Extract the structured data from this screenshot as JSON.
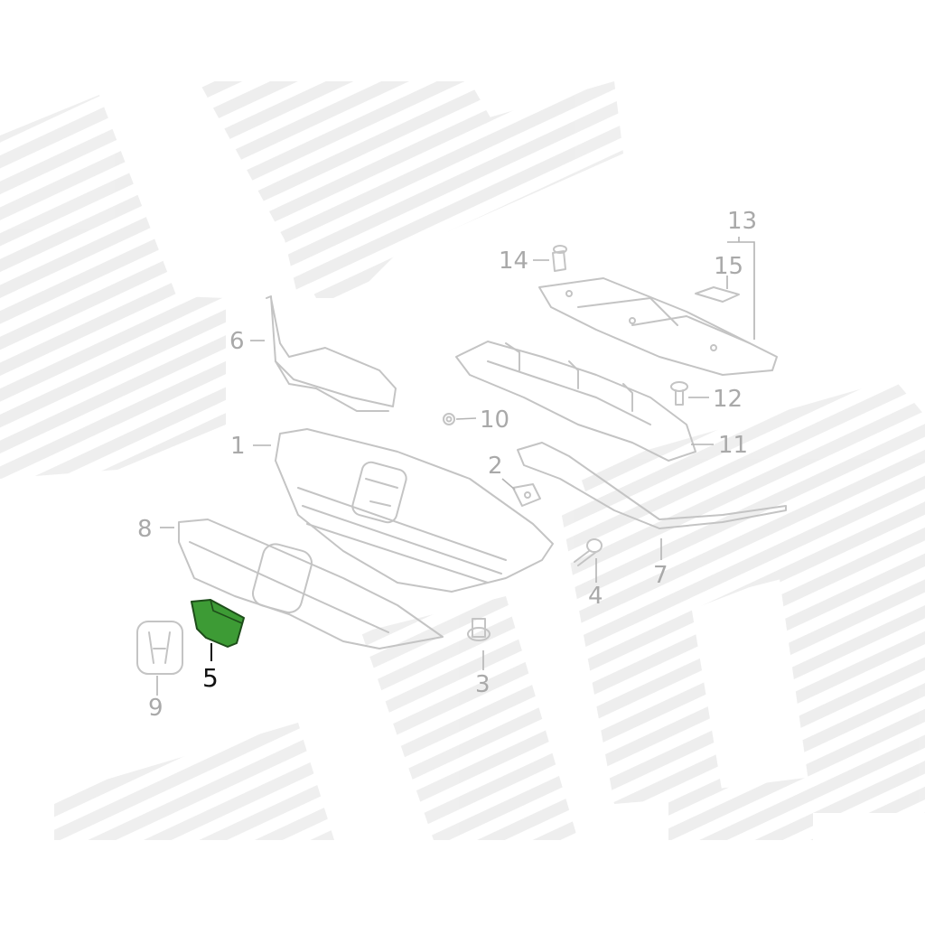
{
  "diagram": {
    "highlight_color": "#3d9b35",
    "callouts": {
      "c1": "1",
      "c2": "2",
      "c3": "3",
      "c4": "4",
      "c5": "5",
      "c6": "6",
      "c7": "7",
      "c8": "8",
      "c9": "9",
      "c10": "10",
      "c11": "11",
      "c12": "12",
      "c13": "13",
      "c14": "14",
      "c15": "15"
    },
    "parts": [
      {
        "id": "radiator-grille-base",
        "callout": "1"
      },
      {
        "id": "clip",
        "callout": "2"
      },
      {
        "id": "fastener-push",
        "callout": "3"
      },
      {
        "id": "bolt",
        "callout": "4"
      },
      {
        "id": "grille-bracket",
        "callout": "5",
        "highlighted": true
      },
      {
        "id": "side-bracket",
        "callout": "6"
      },
      {
        "id": "grille-molding",
        "callout": "7"
      },
      {
        "id": "grille-cover",
        "callout": "8"
      },
      {
        "id": "emblem",
        "callout": "9"
      },
      {
        "id": "nut",
        "callout": "10"
      },
      {
        "id": "upper-frame",
        "callout": "11"
      },
      {
        "id": "screw",
        "callout": "12"
      },
      {
        "id": "top-cover",
        "callout": "13"
      },
      {
        "id": "clip-top",
        "callout": "14"
      },
      {
        "id": "label-plate",
        "callout": "15"
      }
    ]
  }
}
